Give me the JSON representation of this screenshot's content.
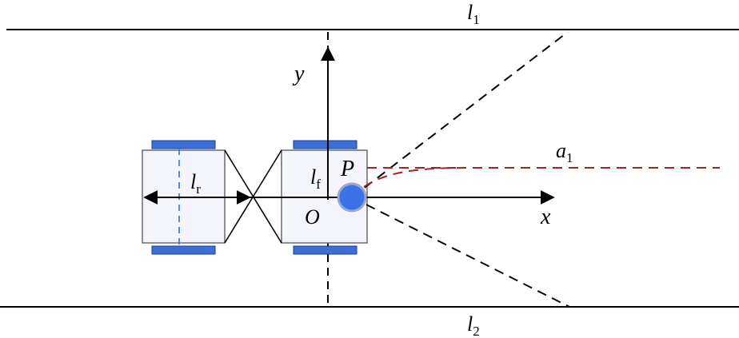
{
  "labels": {
    "l1": {
      "main": "l",
      "sub": "1"
    },
    "l2": {
      "main": "l",
      "sub": "2"
    },
    "lr": {
      "main": "l",
      "sub": "r"
    },
    "lf": {
      "main": "l",
      "sub": "f"
    },
    "a1": {
      "main": "a",
      "sub": "1"
    },
    "x": "x",
    "y": "y",
    "O": "O",
    "P": "P"
  },
  "colors": {
    "lines": "#000000",
    "wheels": "#3a6fd8",
    "point": "#3a72e8",
    "body_fill": "#f3f5fb",
    "body_stroke": "#6b6b6b",
    "center_dashed": "#3a6fd8",
    "path_a1": "#a02424"
  }
}
